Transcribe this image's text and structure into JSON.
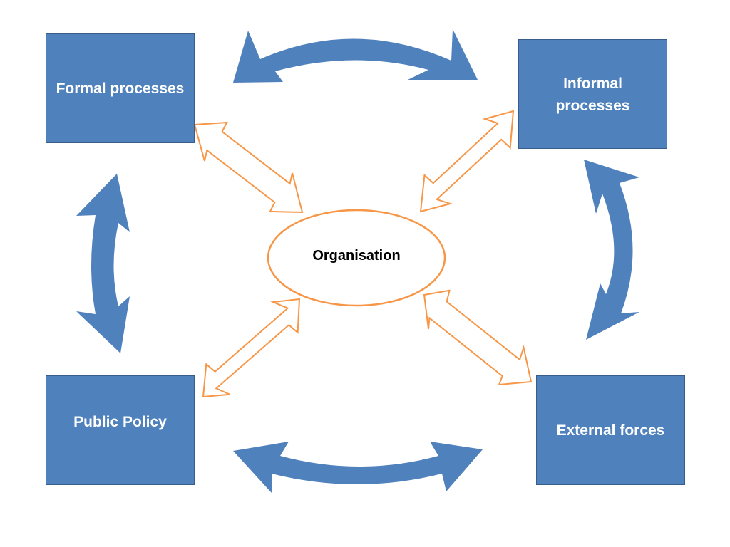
{
  "diagram": {
    "center": {
      "label": "Organisation"
    },
    "nodes": {
      "formal_processes": "Formal processes",
      "informal_processes": "Informal processes",
      "public_policy": "Public Policy",
      "external_forces": "External forces"
    },
    "colors": {
      "box_fill": "#4f81bd",
      "box_border": "#385d8a",
      "curved_arrow": "#4f81bd",
      "connector_outline": "#f79646",
      "ellipse_outline": "#f79646"
    }
  }
}
